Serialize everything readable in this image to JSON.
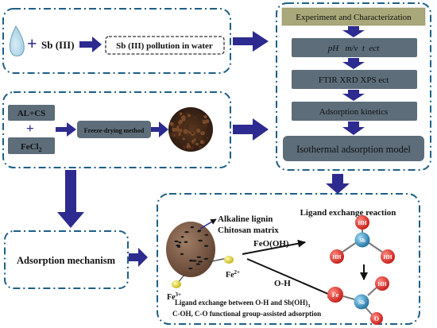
{
  "top": {
    "sb_label": "Sb (III)",
    "pollution": "Sb (III) pollution in water"
  },
  "left": {
    "al_cs": "AL+CS",
    "fecl2": "FeCl",
    "fecl2_sub": "2",
    "method": "Freeze-drying method"
  },
  "right": {
    "title": "Experiment and Characterization",
    "step1": "pH   m/v  t  ect",
    "step2": "FTIR XRD XPS ect",
    "step3": "Adsorption kinetics",
    "step4": "Isothermal adsorption model"
  },
  "mechanism": {
    "label": "Adsorption mechanism"
  },
  "bottom": {
    "alkaline_lignin": "Alkaline lignin",
    "chitosan": "Chitosan matrix",
    "fe2": "Fe",
    "fe2_sup": "2+",
    "fe3": "Fe",
    "fe3_sup": "3+",
    "ligand_title": "Ligand exchange reaction",
    "feooh": "FeO(OH)",
    "oh": "O-H",
    "footnote1": "Ligand exchange between O-H and Sb(OH)",
    "footnote1_sub": "3",
    "footnote2": "C-OH, C-O functional group-assisted adsorption",
    "atom_hh": "HH",
    "atom_sb": "Sb",
    "atom_fe": "Fe",
    "atom_o": "O"
  },
  "colors": {
    "dash_border": "#1e5f86",
    "arrow": "#2d2b8f",
    "gray_box": "#5d6d7a",
    "title_box": "#a8a87a",
    "atom_hh": "#e22a25",
    "atom_sb": "#2a86b8",
    "fe_yellow": "#e8d838"
  }
}
